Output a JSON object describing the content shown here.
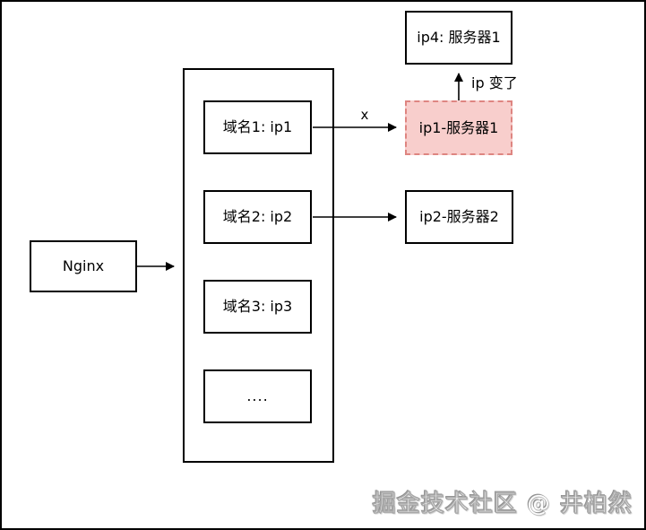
{
  "canvas": {
    "background": "#ffffff",
    "frame_border_color": "#000000"
  },
  "nodes": {
    "nginx": {
      "label": "Nginx"
    },
    "domain1": {
      "label": "域名1: ip1"
    },
    "domain2": {
      "label": "域名2: ip2"
    },
    "domain3": {
      "label": "域名3: ip3"
    },
    "domain_more": {
      "label": "...."
    },
    "ip4_server1": {
      "label": "ip4: 服务器1"
    },
    "ip1_server1": {
      "label": "ip1-服务器1",
      "fill": "#f8cecc",
      "border": "#de8581",
      "border_style": "dashed"
    },
    "ip2_server2": {
      "label": "ip2-服务器2"
    }
  },
  "edge_labels": {
    "failed_mark": "x",
    "ip_changed": "ip 变了"
  },
  "colors": {
    "line": "#000000",
    "highlight_fill": "#f8cecc",
    "highlight_border": "#de8581"
  },
  "watermark": "掘金技术社区 @ 井柏然"
}
